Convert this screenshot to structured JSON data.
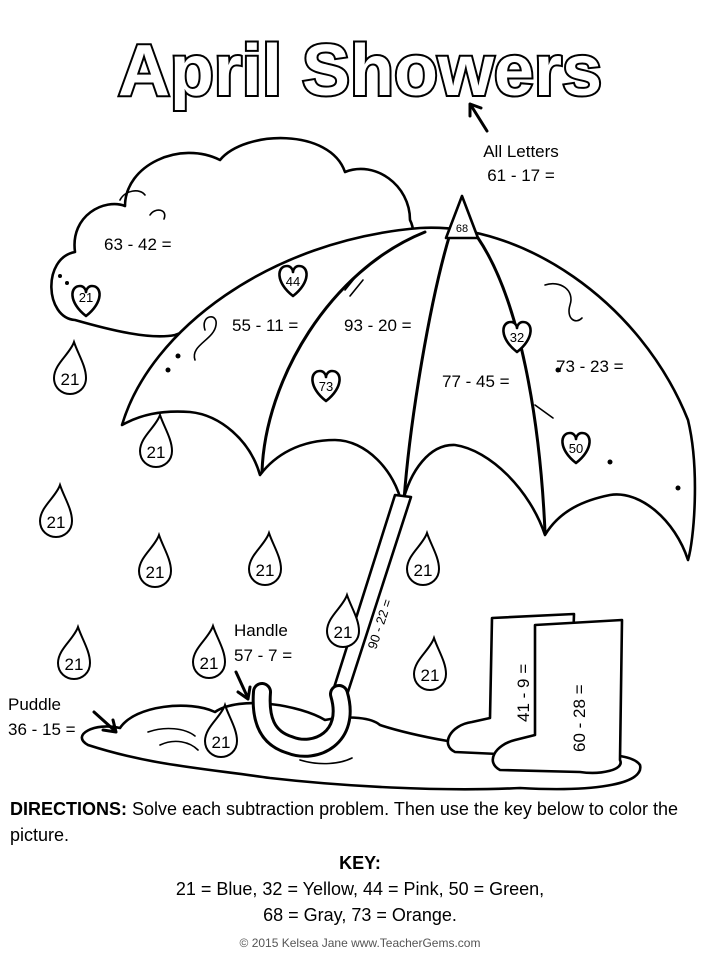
{
  "title": "April Showers",
  "labels": {
    "all_letters": "All Letters",
    "handle": "Handle",
    "puddle": "Puddle"
  },
  "problems": {
    "letters": "61 - 17 =",
    "cloud": "63 - 42 =",
    "panel_left": "55 - 11 =",
    "panel_mid": "93 - 20 =",
    "panel_right": "77 - 45 =",
    "panel_far": "73 - 23 =",
    "shaft": "90 - 22 =",
    "handle": "57 - 7 =",
    "puddle": "36 - 15 =",
    "boot_back": "41 - 9 =",
    "boot_front": "60 - 28 ="
  },
  "marks": {
    "tip": "68",
    "heart_44": "44",
    "heart_73": "73",
    "heart_32": "32",
    "heart_50": "50",
    "cloud_heart": "21",
    "drop": "21"
  },
  "directions": {
    "heading": "DIRECTIONS:",
    "text": " Solve each subtraction problem. Then use the key below to color the picture."
  },
  "key": {
    "title": "KEY:",
    "line1": "21 = Blue, 32 = Yellow, 44 = Pink, 50 = Green,",
    "line2": "68 = Gray, 73 = Orange."
  },
  "footer": "© 2015 Kelsea Jane www.TeacherGems.com"
}
